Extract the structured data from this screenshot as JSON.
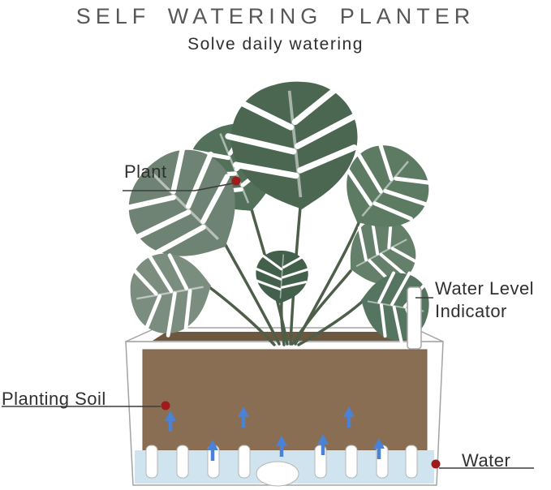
{
  "header": {
    "title": "SELF WATERING PLANTER",
    "subtitle": "Solve daily watering"
  },
  "callouts": {
    "plant": {
      "label": "Plant"
    },
    "water_level_indicator": {
      "label_line1": "Water Level",
      "label_line2": "Indicator"
    },
    "planting_soil": {
      "label": "Planting Soil"
    },
    "water": {
      "label": "Water"
    }
  },
  "colors": {
    "background": "#ffffff",
    "title_text": "#575757",
    "label_text": "#303030",
    "leader_line": "#3c3c3c",
    "callout_dot": "#9e1b1b",
    "planter_outline": "#a3a3a3",
    "planter_body": "#ffffff",
    "soil_front": "#8a6e54",
    "soil_surface": "#6e573f",
    "water_reservoir": "#cfe4ee",
    "wick_peg": "#ffffff",
    "flow_arrow": "#4a82d8",
    "stem": "#4e5f49",
    "leaf_greens": [
      "#4b6752",
      "#5d7a63",
      "#6e8373",
      "#7b8d7f",
      "#42604b",
      "#567560",
      "#53705b",
      "#64806b"
    ]
  }
}
